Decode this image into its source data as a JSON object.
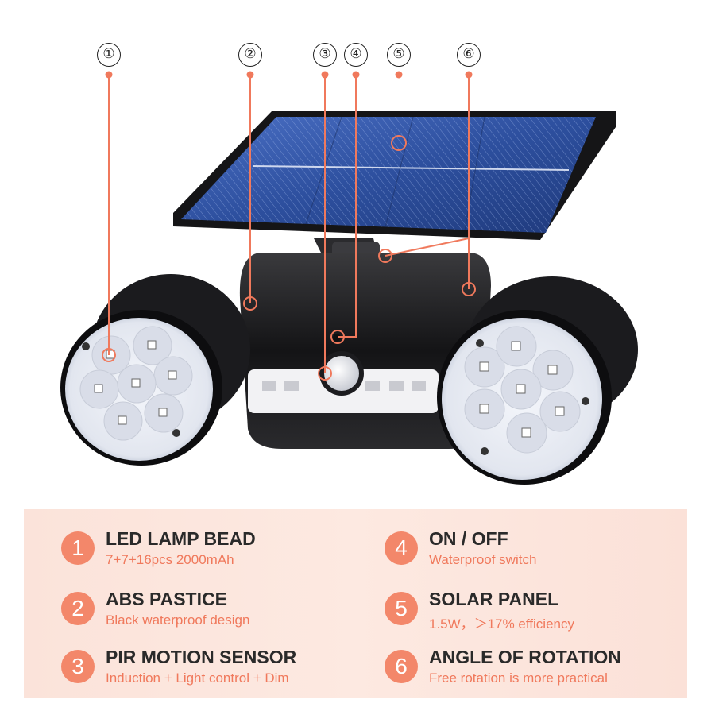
{
  "callouts": [
    {
      "num": "①"
    },
    {
      "num": "②"
    },
    {
      "num": "③"
    },
    {
      "num": "④"
    },
    {
      "num": "⑤"
    },
    {
      "num": "⑥"
    }
  ],
  "features": [
    {
      "badge": "1",
      "title": "LED LAMP BEAD",
      "desc": "7+7+16pcs 2000mAh"
    },
    {
      "badge": "2",
      "title": "ABS PASTICE",
      "desc": "Black waterproof design"
    },
    {
      "badge": "3",
      "title": "PIR MOTION SENSOR",
      "desc": "Induction + Light control + Dim"
    },
    {
      "badge": "4",
      "title": "ON / OFF",
      "desc": "Waterproof switch"
    },
    {
      "badge": "5",
      "title": "SOLAR PANEL",
      "desc": "1.5W，＞17% efficiency"
    },
    {
      "badge": "6",
      "title": "ANGLE OF ROTATION",
      "desc": "Free rotation is more practical"
    }
  ],
  "colors": {
    "accent": "#f3876a",
    "accent_text": "#f0795c",
    "panel_bg": "#fbe3da",
    "solar_blue": "#2f55a8"
  }
}
